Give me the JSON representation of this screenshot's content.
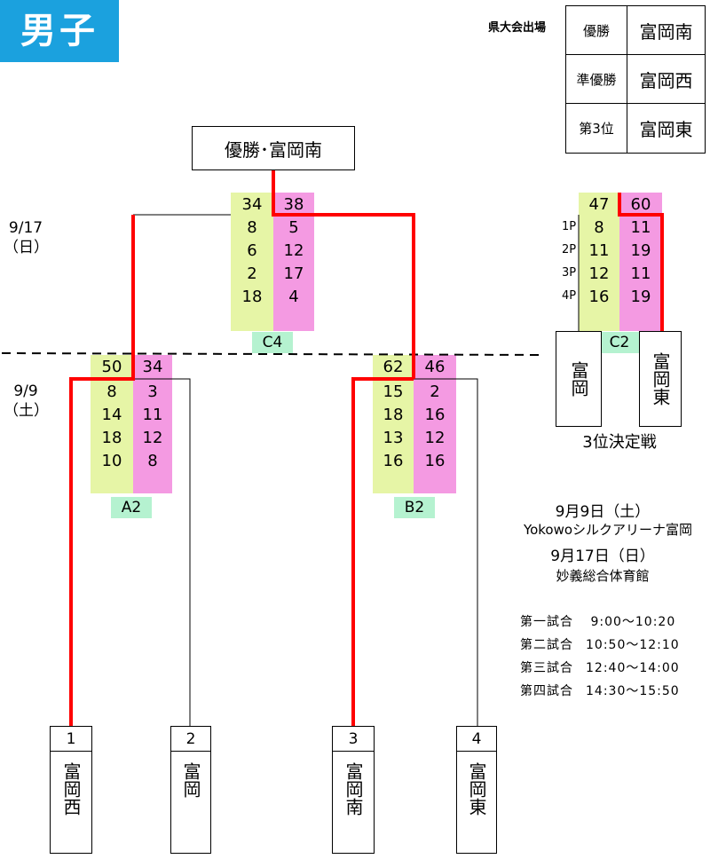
{
  "gender_label": "男子",
  "qualification": {
    "header": "県大会出場",
    "rows": [
      {
        "place": "優勝",
        "team": "富岡南"
      },
      {
        "place": "準優勝",
        "team": "富岡西"
      },
      {
        "place": "第3位",
        "team": "富岡東"
      }
    ]
  },
  "champion_label": "優勝･富岡南",
  "dates": {
    "final": "9/17\n（日）",
    "first": "9/9\n（土）"
  },
  "matches": {
    "C4": {
      "label": "C4",
      "left_total": "34",
      "right_total": "38",
      "left_q": [
        "8",
        "6",
        "2",
        "18"
      ],
      "right_q": [
        "5",
        "12",
        "17",
        "4"
      ]
    },
    "A2": {
      "label": "A2",
      "left_total": "50",
      "right_total": "34",
      "left_q": [
        "8",
        "14",
        "18",
        "10"
      ],
      "right_q": [
        "3",
        "11",
        "12",
        "8"
      ]
    },
    "B2": {
      "label": "B2",
      "left_total": "62",
      "right_total": "46",
      "left_q": [
        "15",
        "18",
        "13",
        "16"
      ],
      "right_q": [
        "2",
        "16",
        "12",
        "16"
      ]
    },
    "C2": {
      "label": "C2",
      "left_total": "47",
      "right_total": "60",
      "left_q": [
        "8",
        "11",
        "12",
        "16"
      ],
      "right_q": [
        "11",
        "19",
        "11",
        "19"
      ],
      "period_labels": [
        "1P",
        "2P",
        "3P",
        "4P"
      ]
    }
  },
  "third_place": {
    "title": "3位決定戦",
    "teams": [
      "富岡",
      "富岡東"
    ]
  },
  "teams": [
    {
      "num": "1",
      "name": "富岡西"
    },
    {
      "num": "2",
      "name": "富岡"
    },
    {
      "num": "3",
      "name": "富岡南"
    },
    {
      "num": "4",
      "name": "富岡東"
    }
  ],
  "venue": {
    "day1_date": "9月9日（土）",
    "day1_venue": "Yokowoシルクアリーナ富岡",
    "day2_date": "9月17日（日）",
    "day2_venue": "妙義総合体育館"
  },
  "schedule": [
    {
      "game": "第一試合",
      "time": " 9:00～10:20"
    },
    {
      "game": "第二試合",
      "time": "10:50～12:10"
    },
    {
      "game": "第三試合",
      "time": "12:40～14:00"
    },
    {
      "game": "第四試合",
      "time": "14:30～15:50"
    }
  ],
  "colors": {
    "accent": "#1ba1de",
    "winner_line": "#ff0000",
    "home_col": "#e6f5a6",
    "away_col": "#f49ae2",
    "match_label": "#b5f2d0"
  }
}
